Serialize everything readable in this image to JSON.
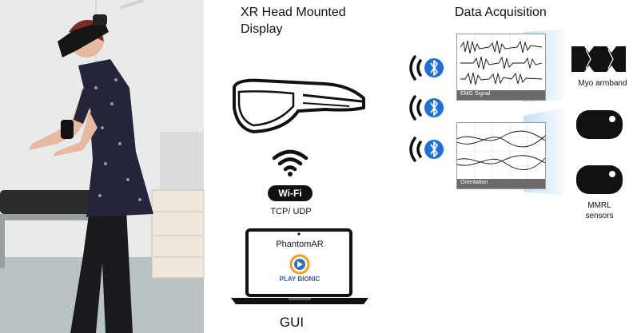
{
  "photo": {
    "subject": "person-wearing-headset-and-armband",
    "colors": {
      "wall": "#e9ebea",
      "floor": "#b9c2c4",
      "dress": "#24243a",
      "pants": "#1a1a1e",
      "bench": "#2c2c2c"
    }
  },
  "headset_section": {
    "title": "XR Head Mounted Display",
    "wifi_badge": "Wi-Fi",
    "protocol": "TCP/ UDP",
    "app_name": "PhantomAR",
    "logo_text": "PLAY BIONIC",
    "gui_label": "GUI"
  },
  "acquisition_section": {
    "title": "Data Acquisition",
    "emg_label": "EMG Signal",
    "orientation_label": "Orientation",
    "myo_label": "Myo armband",
    "mmrl_label": "MMRL sensors",
    "colors": {
      "bluetooth": "#1e6fd9",
      "beam": "#bfe0f5",
      "ink": "#111111"
    }
  }
}
